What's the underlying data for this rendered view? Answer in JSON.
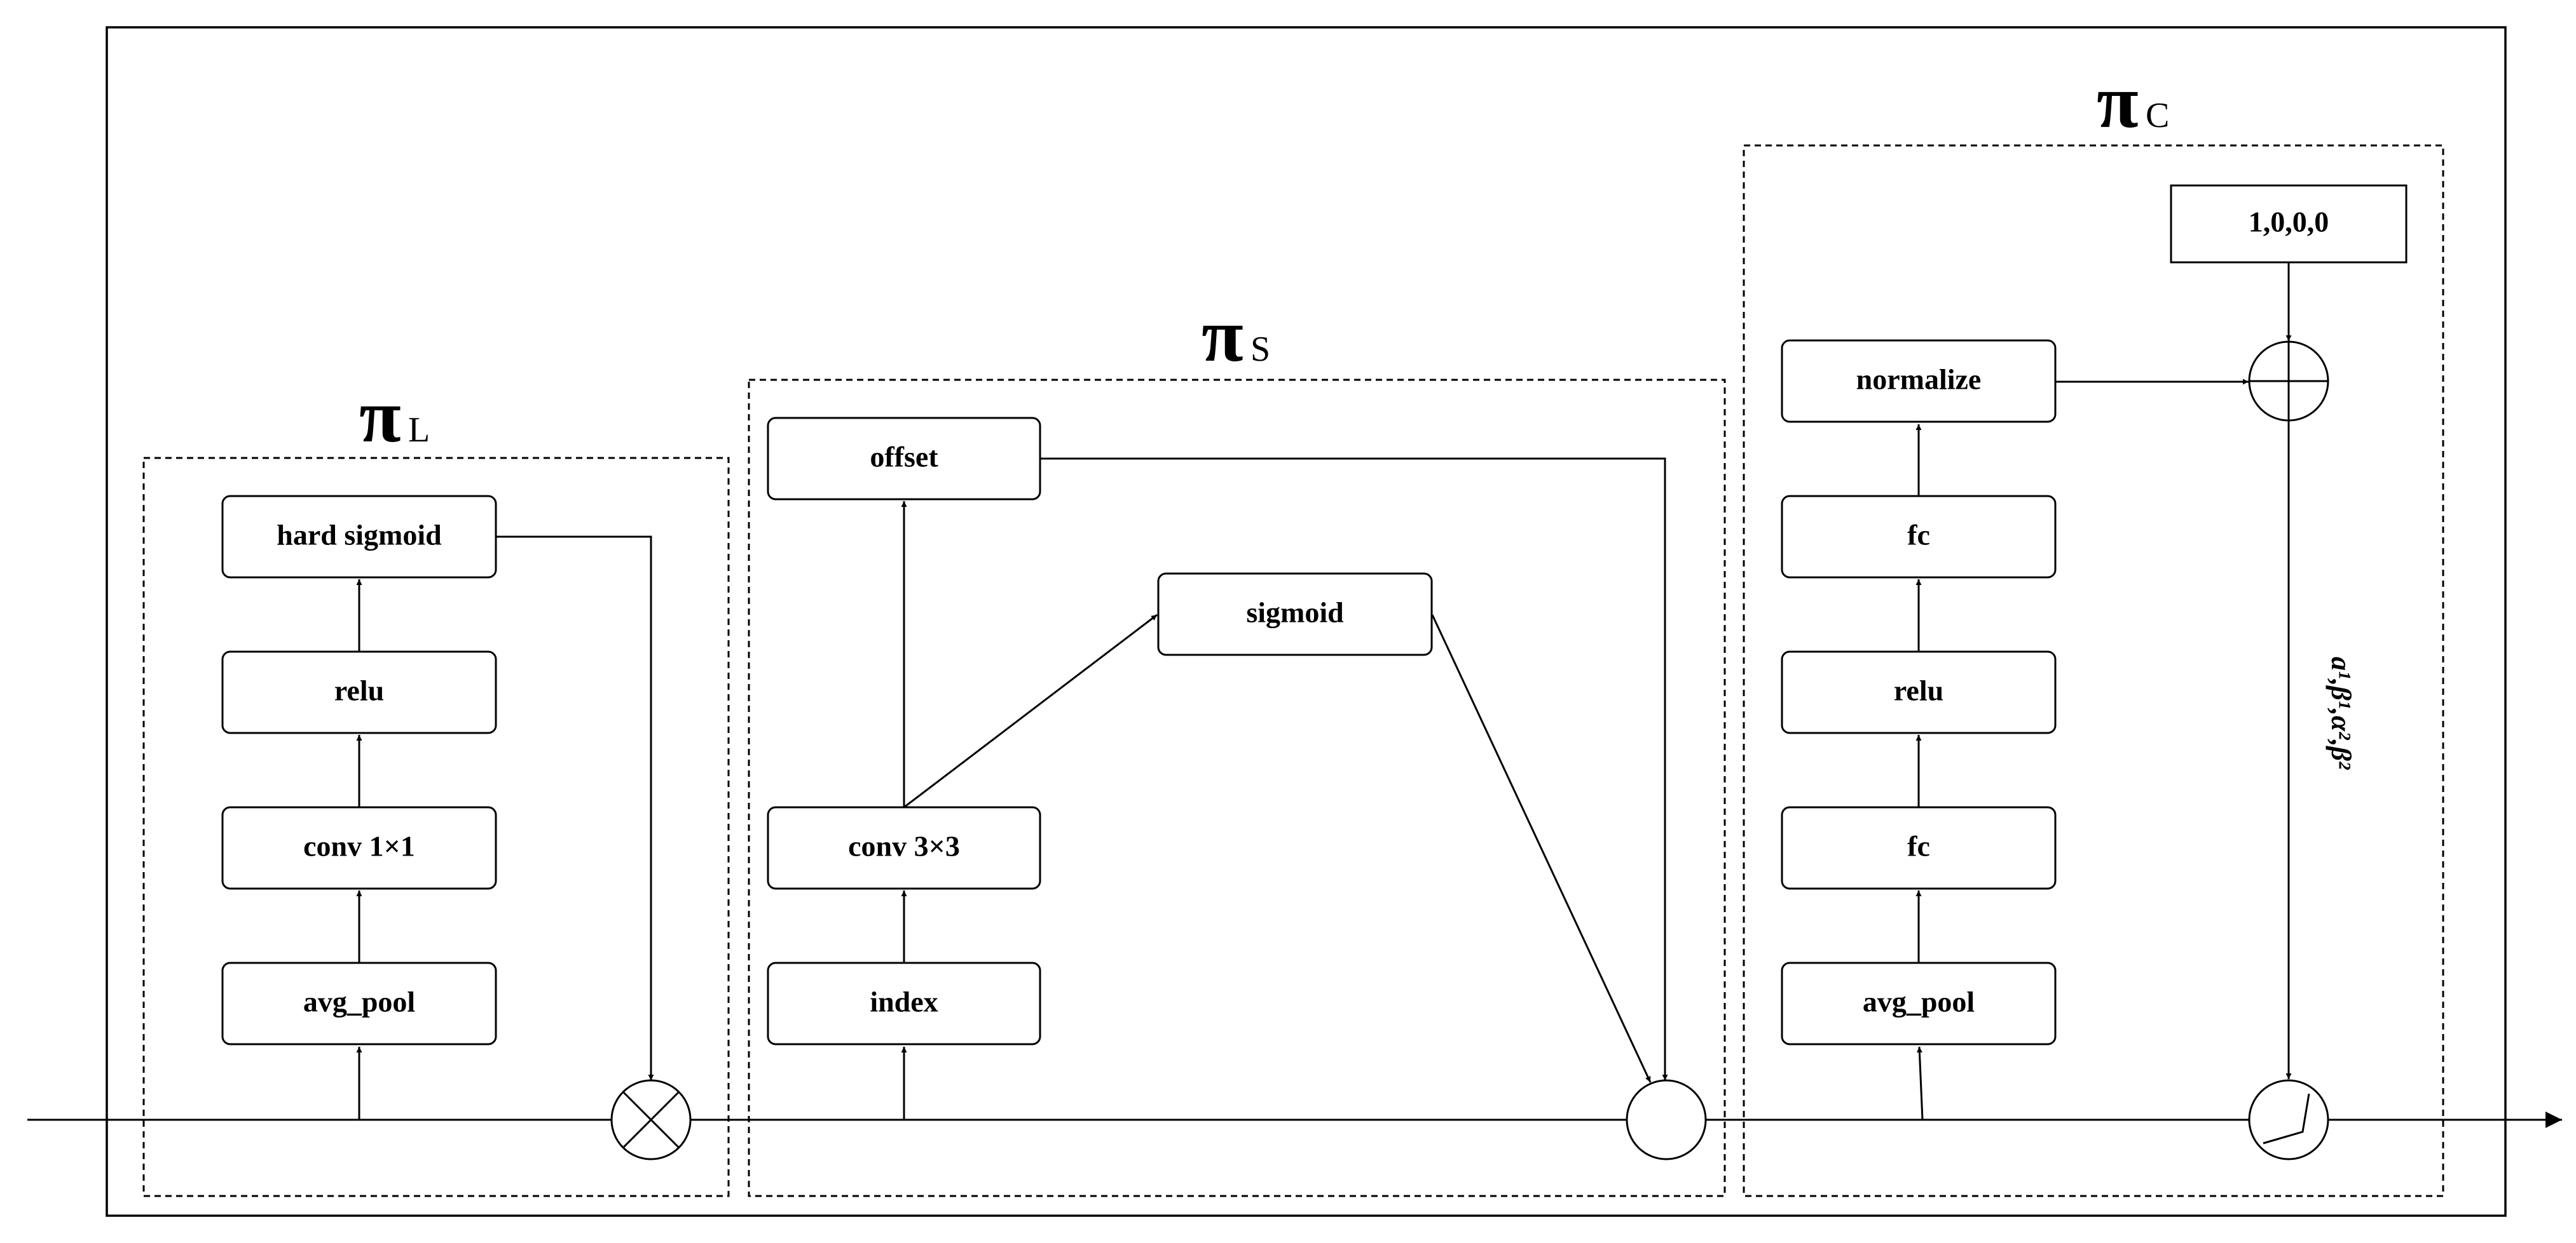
{
  "groups": {
    "pi_l": {
      "symbol": "π",
      "subscript": "L"
    },
    "pi_s": {
      "symbol": "π",
      "subscript": "S"
    },
    "pi_c": {
      "symbol": "π",
      "subscript": "C"
    }
  },
  "nodes": {
    "l_avg_pool": "avg_pool",
    "l_conv": "conv 1×1",
    "l_relu": "relu",
    "l_hard_sigmoid": "hard sigmoid",
    "s_index": "index",
    "s_conv": "conv 3×3",
    "s_offset": "offset",
    "s_sigmoid": "sigmoid",
    "c_avg_pool": "avg_pool",
    "c_fc1": "fc",
    "c_relu": "relu",
    "c_fc2": "fc",
    "c_normalize": "normalize",
    "c_const": "1,0,0,0"
  },
  "params_label": "a¹,β¹,α²,β²"
}
